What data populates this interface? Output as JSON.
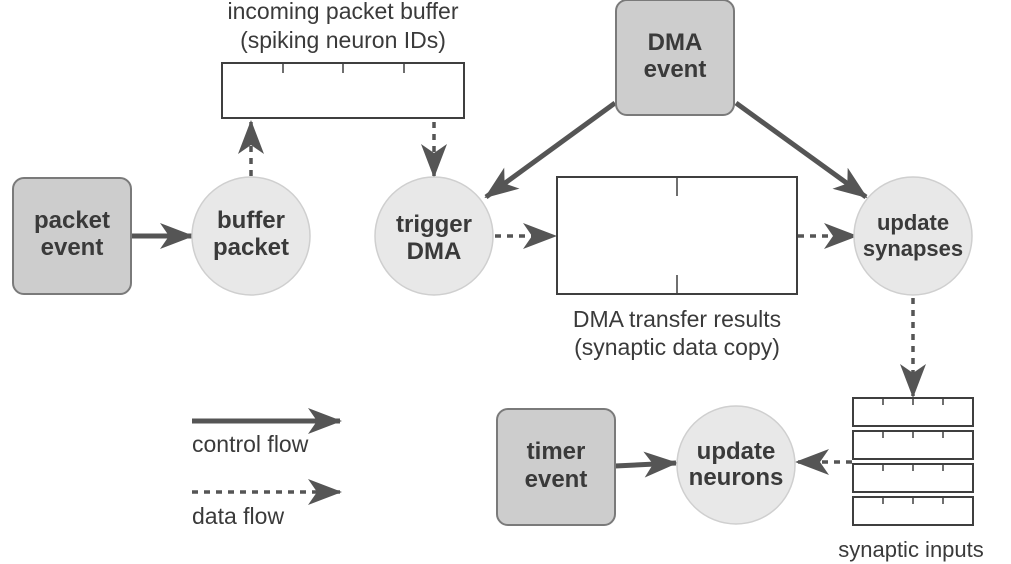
{
  "events": {
    "packet_event": [
      "packet",
      "event"
    ],
    "dma_event": [
      "DMA",
      "event"
    ],
    "timer_event": [
      "timer",
      "event"
    ]
  },
  "processes": {
    "buffer_packet": [
      "buffer",
      "packet"
    ],
    "trigger_dma": [
      "trigger",
      "DMA"
    ],
    "update_synapses": [
      "update",
      "synapses"
    ],
    "update_neurons": [
      "update",
      "neurons"
    ]
  },
  "buffers": {
    "incoming_packet_buffer": [
      "incoming packet buffer",
      "(spiking neuron IDs)"
    ],
    "dma_transfer_results": [
      "DMA transfer results",
      "(synaptic data copy)"
    ],
    "synaptic_inputs": [
      "synaptic inputs"
    ]
  },
  "legend": {
    "control_flow": "control flow",
    "data_flow": "data flow"
  },
  "colors": {
    "event_fill": "#cdcdcd",
    "process_fill": "#e8e8e8",
    "arrow": "#555555",
    "text": "#3a3a3a"
  }
}
